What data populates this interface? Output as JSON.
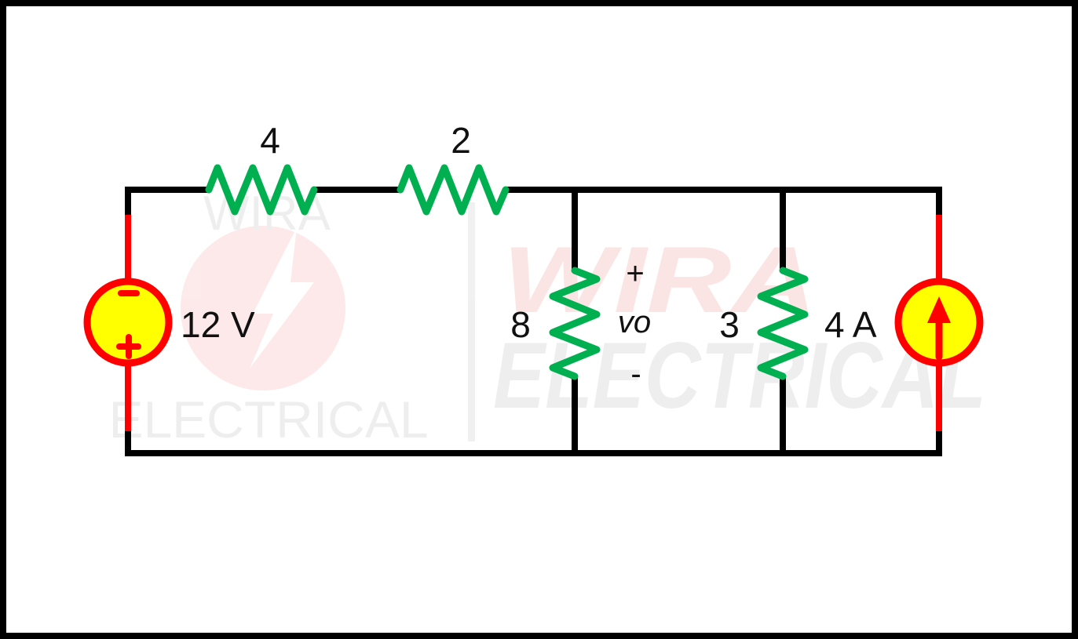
{
  "watermark": {
    "small_top": "WIRA",
    "small_bottom": "ELECTRICAL",
    "large_top": "WIRA",
    "large_bottom": "ELECTRICAL"
  },
  "components": {
    "r_top_left": "4",
    "r_top_right": "2",
    "r_middle": "8",
    "r_right": "3",
    "voltage_source": "12 V",
    "current_source": "4 A"
  },
  "vo": {
    "label": "vo",
    "plus": "+",
    "minus": "-"
  },
  "source_polarity": {
    "top": "−",
    "bottom": "+"
  },
  "colors": {
    "wire": "#000000",
    "source_lead": "#ff0000",
    "resistor": "#00b050",
    "source_fill": "#ffff00",
    "source_ring": "#ff0000"
  }
}
